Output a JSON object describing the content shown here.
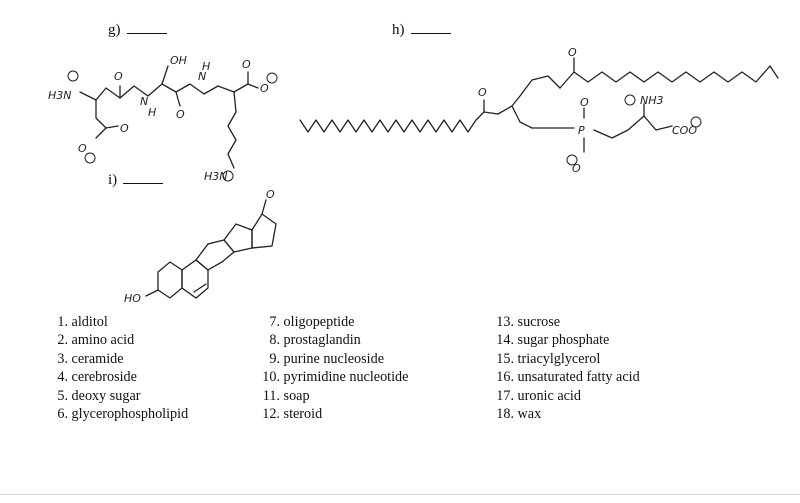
{
  "questions": [
    {
      "label": "g)",
      "blank": ""
    },
    {
      "label": "h)",
      "blank": ""
    },
    {
      "label": "i)",
      "blank": ""
    }
  ],
  "structures": {
    "g": {
      "h3n": "H3N",
      "n1": "N",
      "h1": "H",
      "n2": "N",
      "h2": "H",
      "oh": "OH",
      "o1": "O",
      "o2": "O",
      "o3": "O",
      "o4": "O",
      "o5": "O",
      "o6": "O",
      "h3n2": "H3N"
    },
    "h": {
      "nh3": "NH3",
      "p": "P",
      "o1": "O",
      "o2": "O",
      "o3": "O",
      "o4": "O",
      "coo": "COO"
    },
    "i": {
      "ho": "HO",
      "o": "O"
    }
  },
  "options": [
    {
      "num": "1.",
      "text": "alditol"
    },
    {
      "num": "2.",
      "text": "amino acid"
    },
    {
      "num": "3.",
      "text": "ceramide"
    },
    {
      "num": "4.",
      "text": "cerebroside"
    },
    {
      "num": "5.",
      "text": "deoxy sugar"
    },
    {
      "num": "6.",
      "text": "glycerophospholipid"
    },
    {
      "num": "7.",
      "text": "oligopeptide"
    },
    {
      "num": "8.",
      "text": "prostaglandin"
    },
    {
      "num": "9.",
      "text": "purine nucleoside"
    },
    {
      "num": "10.",
      "text": "pyrimidine nucleotide"
    },
    {
      "num": "11.",
      "text": "soap"
    },
    {
      "num": "12.",
      "text": "steroid"
    },
    {
      "num": "13.",
      "text": "sucrose"
    },
    {
      "num": "14.",
      "text": "sugar phosphate"
    },
    {
      "num": "15.",
      "text": "triacylglycerol"
    },
    {
      "num": "16.",
      "text": "unsaturated fatty acid"
    },
    {
      "num": "17.",
      "text": "uronic acid"
    },
    {
      "num": "18.",
      "text": "wax"
    }
  ]
}
